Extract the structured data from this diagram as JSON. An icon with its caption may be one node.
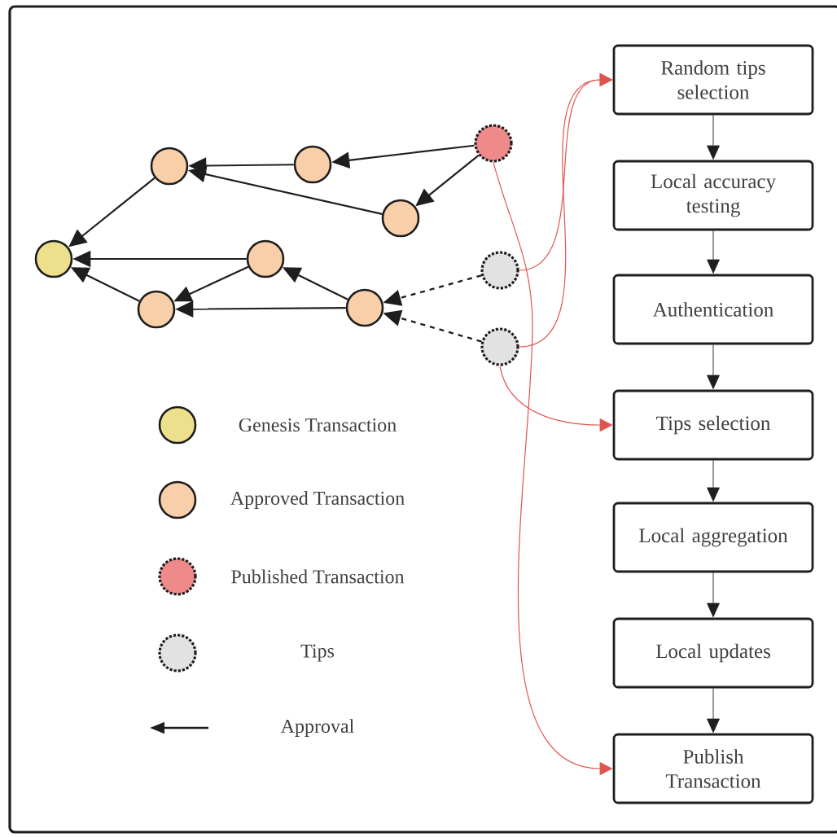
{
  "diagram": {
    "nodes": [
      {
        "text": [],
        "shape": "circle"
      },
      {
        "text": [],
        "shape": "circle"
      },
      {
        "text": [],
        "shape": "circle"
      },
      {
        "text": [],
        "shape": "circle"
      },
      {
        "text": [],
        "shape": "circle"
      },
      {
        "text": [],
        "shape": "circle"
      },
      {
        "text": [],
        "shape": "circle"
      },
      {
        "text": [],
        "shape": "circle"
      },
      {
        "text": [],
        "shape": "circle"
      },
      {
        "text": [],
        "shape": "circle"
      },
      {
        "text": [
          "Random tips selection"
        ]
      },
      {
        "text": [
          "Local accuracy testing"
        ]
      },
      {
        "text": [
          "Authentication"
        ]
      },
      {
        "text": [
          "Tips selection"
        ]
      },
      {
        "text": [
          "Local aggregation"
        ]
      },
      {
        "text": [
          "Local updates"
        ]
      },
      {
        "text": [
          "Publish Transaction"
        ]
      }
    ],
    "edges": [
      {
        "from": 1,
        "to": 0,
        "arrow": "to"
      },
      {
        "from": 2,
        "to": 1,
        "arrow": "to"
      },
      {
        "from": 3,
        "to": 1,
        "arrow": "to"
      },
      {
        "from": 7,
        "to": 2,
        "arrow": "to"
      },
      {
        "from": 7,
        "to": 3,
        "arrow": "to"
      },
      {
        "from": 4,
        "to": 0,
        "arrow": "to"
      },
      {
        "from": 5,
        "to": 0,
        "arrow": "to"
      },
      {
        "from": 4,
        "to": 5,
        "arrow": "to"
      },
      {
        "from": 6,
        "to": 5,
        "arrow": "to"
      },
      {
        "from": 6,
        "to": 4,
        "arrow": "to"
      },
      {
        "from": 8,
        "to": 6,
        "arrow": "to",
        "style": "dashed"
      },
      {
        "from": 9,
        "to": 6,
        "arrow": "to",
        "style": "dashed"
      },
      {
        "from": 8,
        "to": 10,
        "arrow": "to",
        "color": "#e0544f"
      },
      {
        "from": 9,
        "to": 10,
        "arrow": "to",
        "color": "#e0544f"
      },
      {
        "from": 9,
        "to": 13,
        "arrow": "to",
        "color": "#e0544f"
      },
      {
        "from": 7,
        "to": 16,
        "arrow": "to",
        "color": "#e0544f"
      },
      {
        "from": 10,
        "to": 11,
        "arrow": "to"
      },
      {
        "from": 11,
        "to": 12,
        "arrow": "to"
      },
      {
        "from": 12,
        "to": 13,
        "arrow": "to"
      },
      {
        "from": 13,
        "to": 14,
        "arrow": "to"
      },
      {
        "from": 14,
        "to": 15,
        "arrow": "to"
      },
      {
        "from": 15,
        "to": 16,
        "arrow": "to"
      }
    ],
    "legend": [
      {
        "text": "Genesis Transaction",
        "color": "#ede08c"
      },
      {
        "text": "Approved Transaction",
        "color": "#f8cfa8"
      },
      {
        "text": "Published Transaction",
        "color": "#ee8a8a"
      },
      {
        "text": "Tips",
        "color": "#e2e2e2"
      },
      {
        "text": "Approval"
      }
    ]
  }
}
